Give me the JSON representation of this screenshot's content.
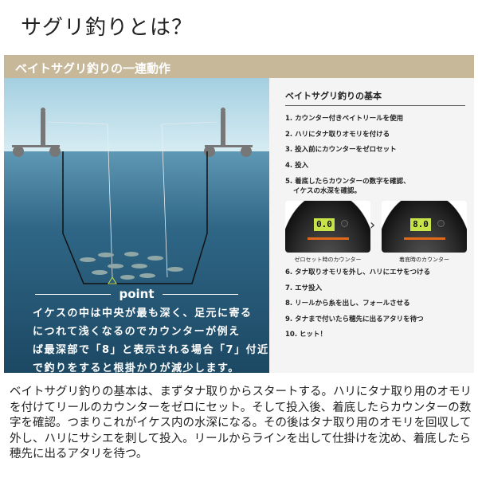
{
  "title": "サグリ釣りとは？",
  "banner": "ベイトサグリ釣りの一連動作",
  "point": {
    "label": "point",
    "lines": [
      "イケスの中は中央が最も深く、足元に寄る",
      "につれて浅くなるのでカウンターが例え",
      "ば最深部で「8」と表示される場合「7」付近",
      "で釣りをすると根掛かりが減少します。"
    ]
  },
  "panel": {
    "heading": "ベイトサグリ釣りの基本",
    "steps_a": [
      "1. カウンター付きベイトリールを使用",
      "2. ハリにタナ取りオモリを付ける",
      "3. 投入前にカウンターをゼロセット",
      "4. 投入"
    ],
    "step5": [
      "5. 着底したらカウンターの数字を確認、",
      "イケスの水深を確認。"
    ],
    "counters": [
      {
        "value": "0.0",
        "caption": "ゼロセット時のカウンター"
      },
      {
        "value": "8.0",
        "caption": "着底時のカウンター"
      }
    ],
    "arrow": "›",
    "steps_b": [
      "6. タナ取りオモリを外し、ハリにエサをつける",
      "7. エサ投入",
      "8. リールから糸を出し、フォールさせる",
      "9. タナまで付いたら穂先に出るアタリを待つ",
      "10. ヒット！"
    ]
  },
  "body": "ベイトサグリ釣りの基本は、まずタナ取りからスタートする。ハリにタナ取り用のオモリを付けてリールのカウンターをゼロにセット。そして投入後、着底したらカウンターの数字を確認。つまりこれがイケス内の水深になる。その後はタナ取り用のオモリを回収して外し、ハリにサシエを刺して投入。リールからラインを出して仕掛けを沈め、着底したら穂先に出るアタリを待つ。",
  "colors": {
    "banner": "#c6b898",
    "water_deep": "#1d4a66",
    "sky": "#a9d3e3",
    "lcd": "#c6e44a"
  }
}
